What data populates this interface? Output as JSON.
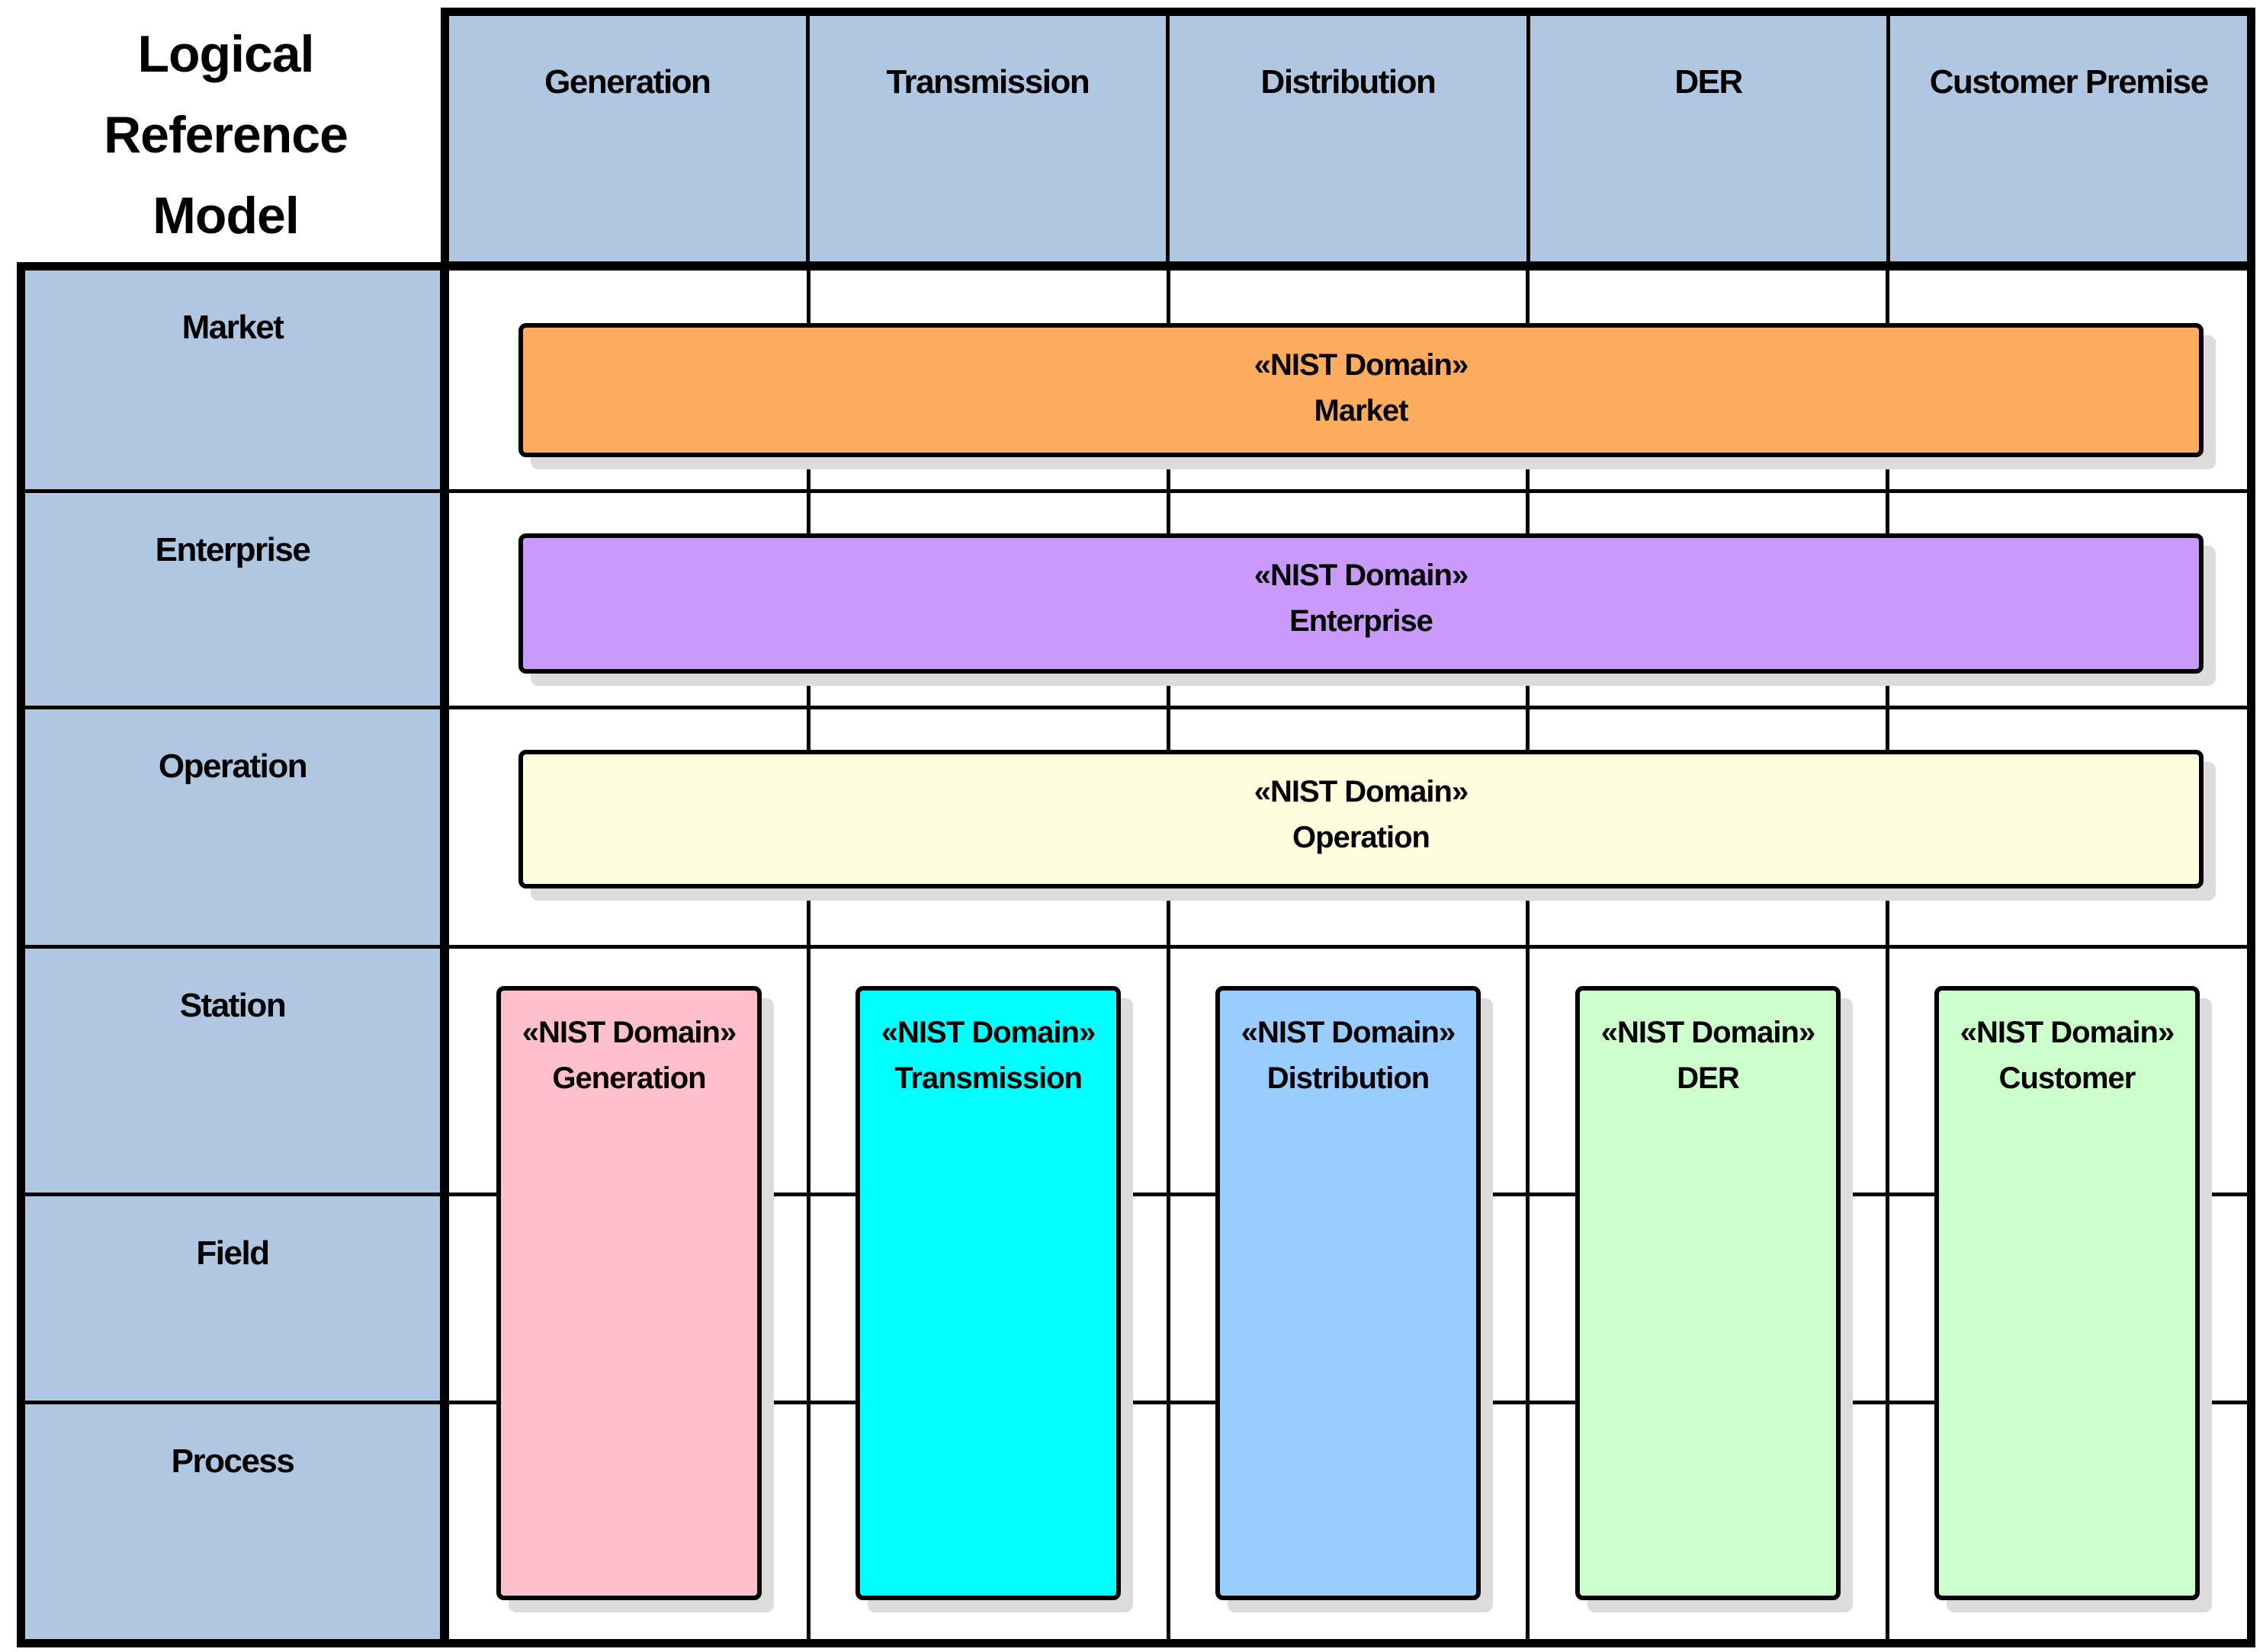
{
  "title": {
    "text": "Logical Reference Model",
    "lines": [
      "Logical",
      "Reference",
      "Model"
    ]
  },
  "header": {
    "columns": [
      "Generation",
      "Transmission",
      "Distribution",
      "DER",
      "Customer Premise"
    ]
  },
  "row_labels": {
    "rows": [
      "Market",
      "Enterprise",
      "Operation",
      "Station",
      "Field",
      "Process"
    ]
  },
  "domains": {
    "stereotype": "«NIST Domain»",
    "horizontal_bands": [
      {
        "name": "Market",
        "fill": "#FCAC5C",
        "row": "Market"
      },
      {
        "name": "Enterprise",
        "fill": "#C99AFA",
        "row": "Enterprise"
      },
      {
        "name": "Operation",
        "fill": "#FFFFDE",
        "row": "Operation"
      }
    ],
    "vertical_bands": [
      {
        "name": "Generation",
        "fill": "#FFC0CB",
        "column": "Generation"
      },
      {
        "name": "Transmission",
        "fill": "#00FFFF",
        "column": "Transmission"
      },
      {
        "name": "Distribution",
        "fill": "#99CCFF",
        "column": "Distribution"
      },
      {
        "name": "DER",
        "fill": "#CCFFCC",
        "column": "DER"
      },
      {
        "name": "Customer",
        "fill": "#CCFFCC",
        "column": "Customer Premise"
      }
    ]
  },
  "colors": {
    "cell_fill": "#AFC7E1",
    "grid_line": "#000000",
    "box_shadow": "#DCDCDC",
    "background": "#FFFFFF"
  }
}
